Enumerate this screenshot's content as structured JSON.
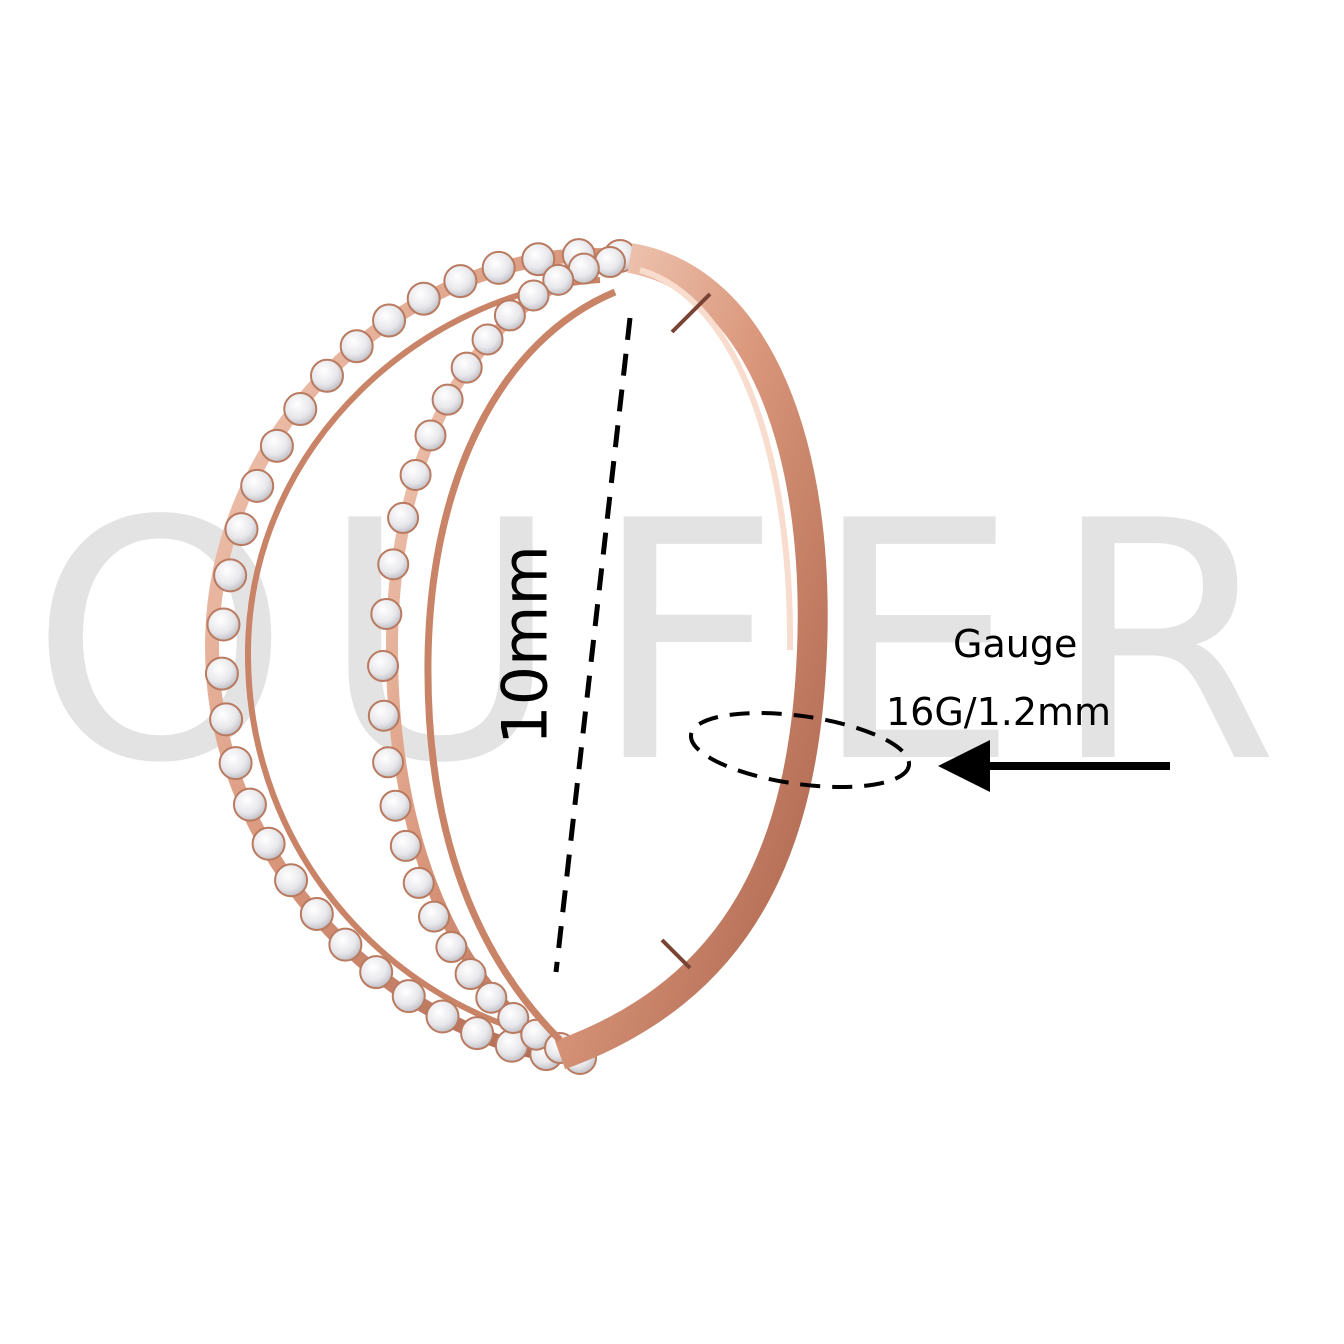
{
  "watermark": {
    "text": "OUFER"
  },
  "dimensions": {
    "diameter_label": "10mm",
    "gauge_title": "Gauge",
    "gauge_value": "16G/1.2mm"
  },
  "colors": {
    "metal": "#d9967a",
    "metal_dark": "#b06a50",
    "metal_light": "#f6d3c2",
    "stone": "#f2f2f4",
    "watermark": "#e3e3e3",
    "annotation": "#000000"
  },
  "icons": {
    "pointer": "arrow-left-icon",
    "gauge_marker": "dashed-ellipse-icon"
  }
}
